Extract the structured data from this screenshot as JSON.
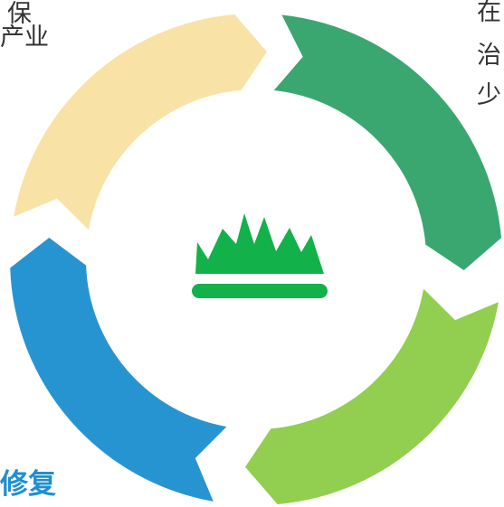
{
  "text_fragments": {
    "left_line1": "保",
    "left_line2": "产业",
    "right_line1": "在",
    "right_line2": "治",
    "right_line3": "少",
    "bottom_label": "修复"
  },
  "cycle": {
    "segments": [
      {
        "name": "yellow-arrow-segment",
        "color": "#f9e2a6"
      },
      {
        "name": "dark-green-arrow-segment",
        "color": "#3aa770"
      },
      {
        "name": "light-green-arrow-segment",
        "color": "#92ce4f"
      },
      {
        "name": "blue-arrow-segment",
        "color": "#2794d2"
      }
    ],
    "center_icon": {
      "name": "grass-icon",
      "color": "#12b14a"
    }
  }
}
